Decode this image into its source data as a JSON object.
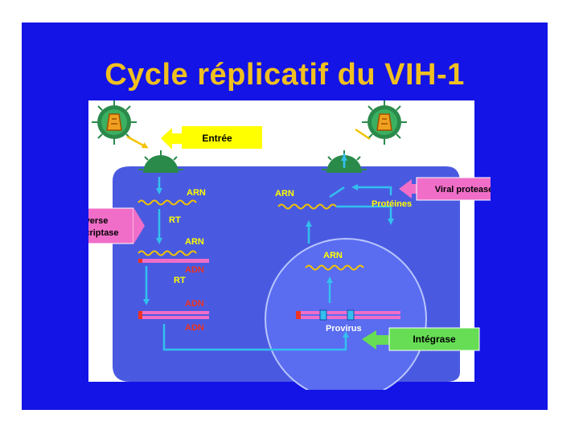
{
  "slide": {
    "title": "Cycle réplicatif du VIH-1"
  },
  "labels": {
    "entree": "Entrée",
    "arn_1": "ARN",
    "rt_1": "RT",
    "arn_2": "ARN",
    "adn_1": "ADN",
    "rt_2": "RT",
    "adn_2": "ADN",
    "adn_3": "ADN",
    "arn_right": "ARN",
    "proteines": "Protéines",
    "arn_nucleus": "ARN",
    "provirus": "Provirus"
  },
  "enzymes": {
    "reverse_transcriptase_line1": "Reverse",
    "reverse_transcriptase_line2": "transcriptase",
    "viral_protease": "Viral protease",
    "integrase": "Intégrase"
  },
  "colors": {
    "background": "#1414e6",
    "title": "#f0c020",
    "cell": "#4a5ae0",
    "nucleus": "#5a6cf0",
    "arrow": "#33c0ee",
    "rna_wave": "#f2c400",
    "enzyme_pink": "#f06ec8",
    "entree_yellow": "#ffff00",
    "integrase_green": "#66dd55",
    "adn_label": "#ee3322"
  }
}
